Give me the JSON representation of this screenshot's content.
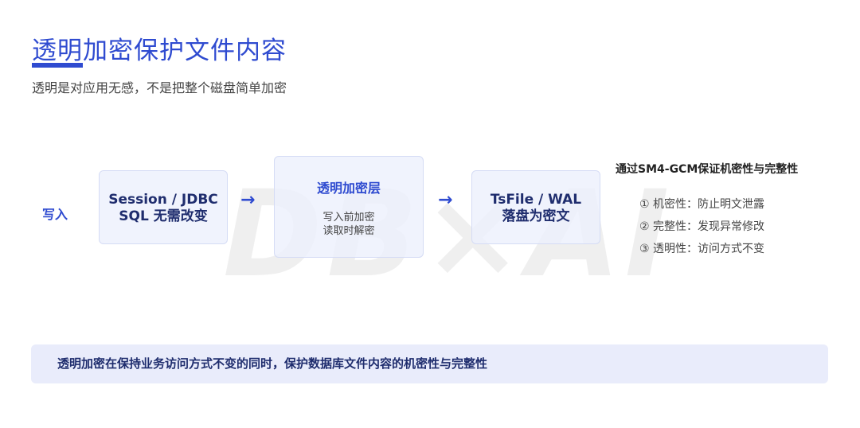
{
  "header": {
    "title": "透明加密保护文件内容",
    "subtitle": "透明是对应用无感，不是把整个磁盘简单加密"
  },
  "watermark": "DB×AI",
  "flow": {
    "entry_label": "写入",
    "steps": [
      {
        "lines": [
          "Session / JDBC",
          "SQL 无需改变"
        ]
      },
      {
        "title": "透明加密层",
        "lines": [
          "写入前加密",
          "读取时解密"
        ]
      },
      {
        "lines": [
          "TsFile / WAL",
          "落盘为密文"
        ]
      }
    ],
    "arrow": "→"
  },
  "properties": {
    "heading": "通过SM4-GCM保证机密性与完整性",
    "items": [
      "① 机密性：防止明文泄露",
      "② 完整性：发现异常修改",
      "③ 透明性：访问方式不变"
    ]
  },
  "summary": "透明加密在保持业务访问方式不变的同时，保护数据库文件内容的机密性与完整性",
  "colors": {
    "accent": "#2f4bd0",
    "box_bg": "#ecf0fd",
    "summary_bg": "#e9ecfb"
  }
}
